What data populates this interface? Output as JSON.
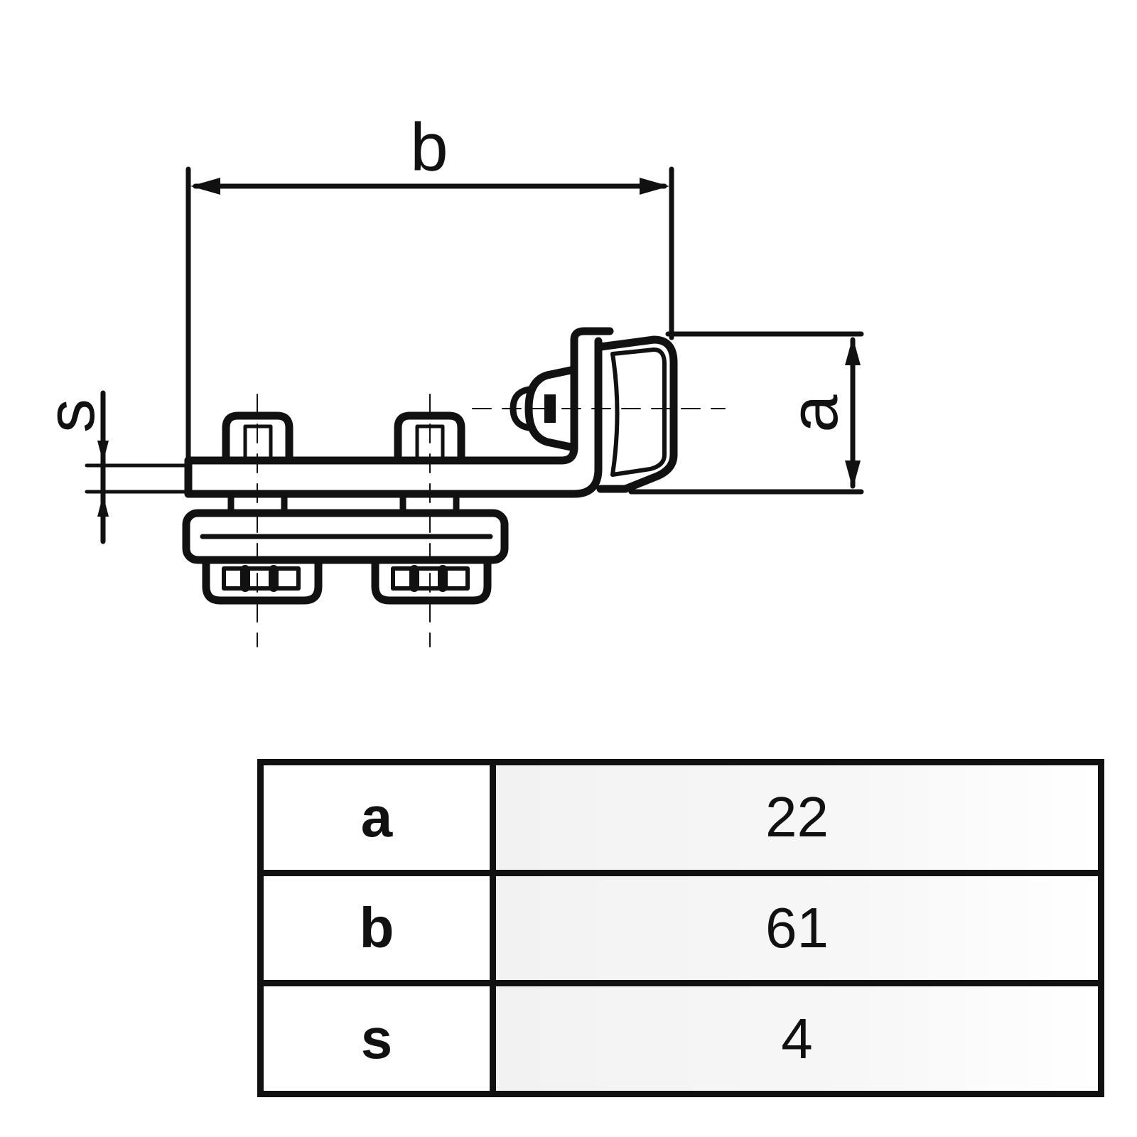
{
  "drawing": {
    "labels": {
      "b": "b",
      "a": "a",
      "s": "s"
    },
    "line_color": "#111111"
  },
  "dimension_table": {
    "rows": [
      {
        "key": "a",
        "value": "22"
      },
      {
        "key": "b",
        "value": "61"
      },
      {
        "key": "s",
        "value": "4"
      }
    ]
  }
}
